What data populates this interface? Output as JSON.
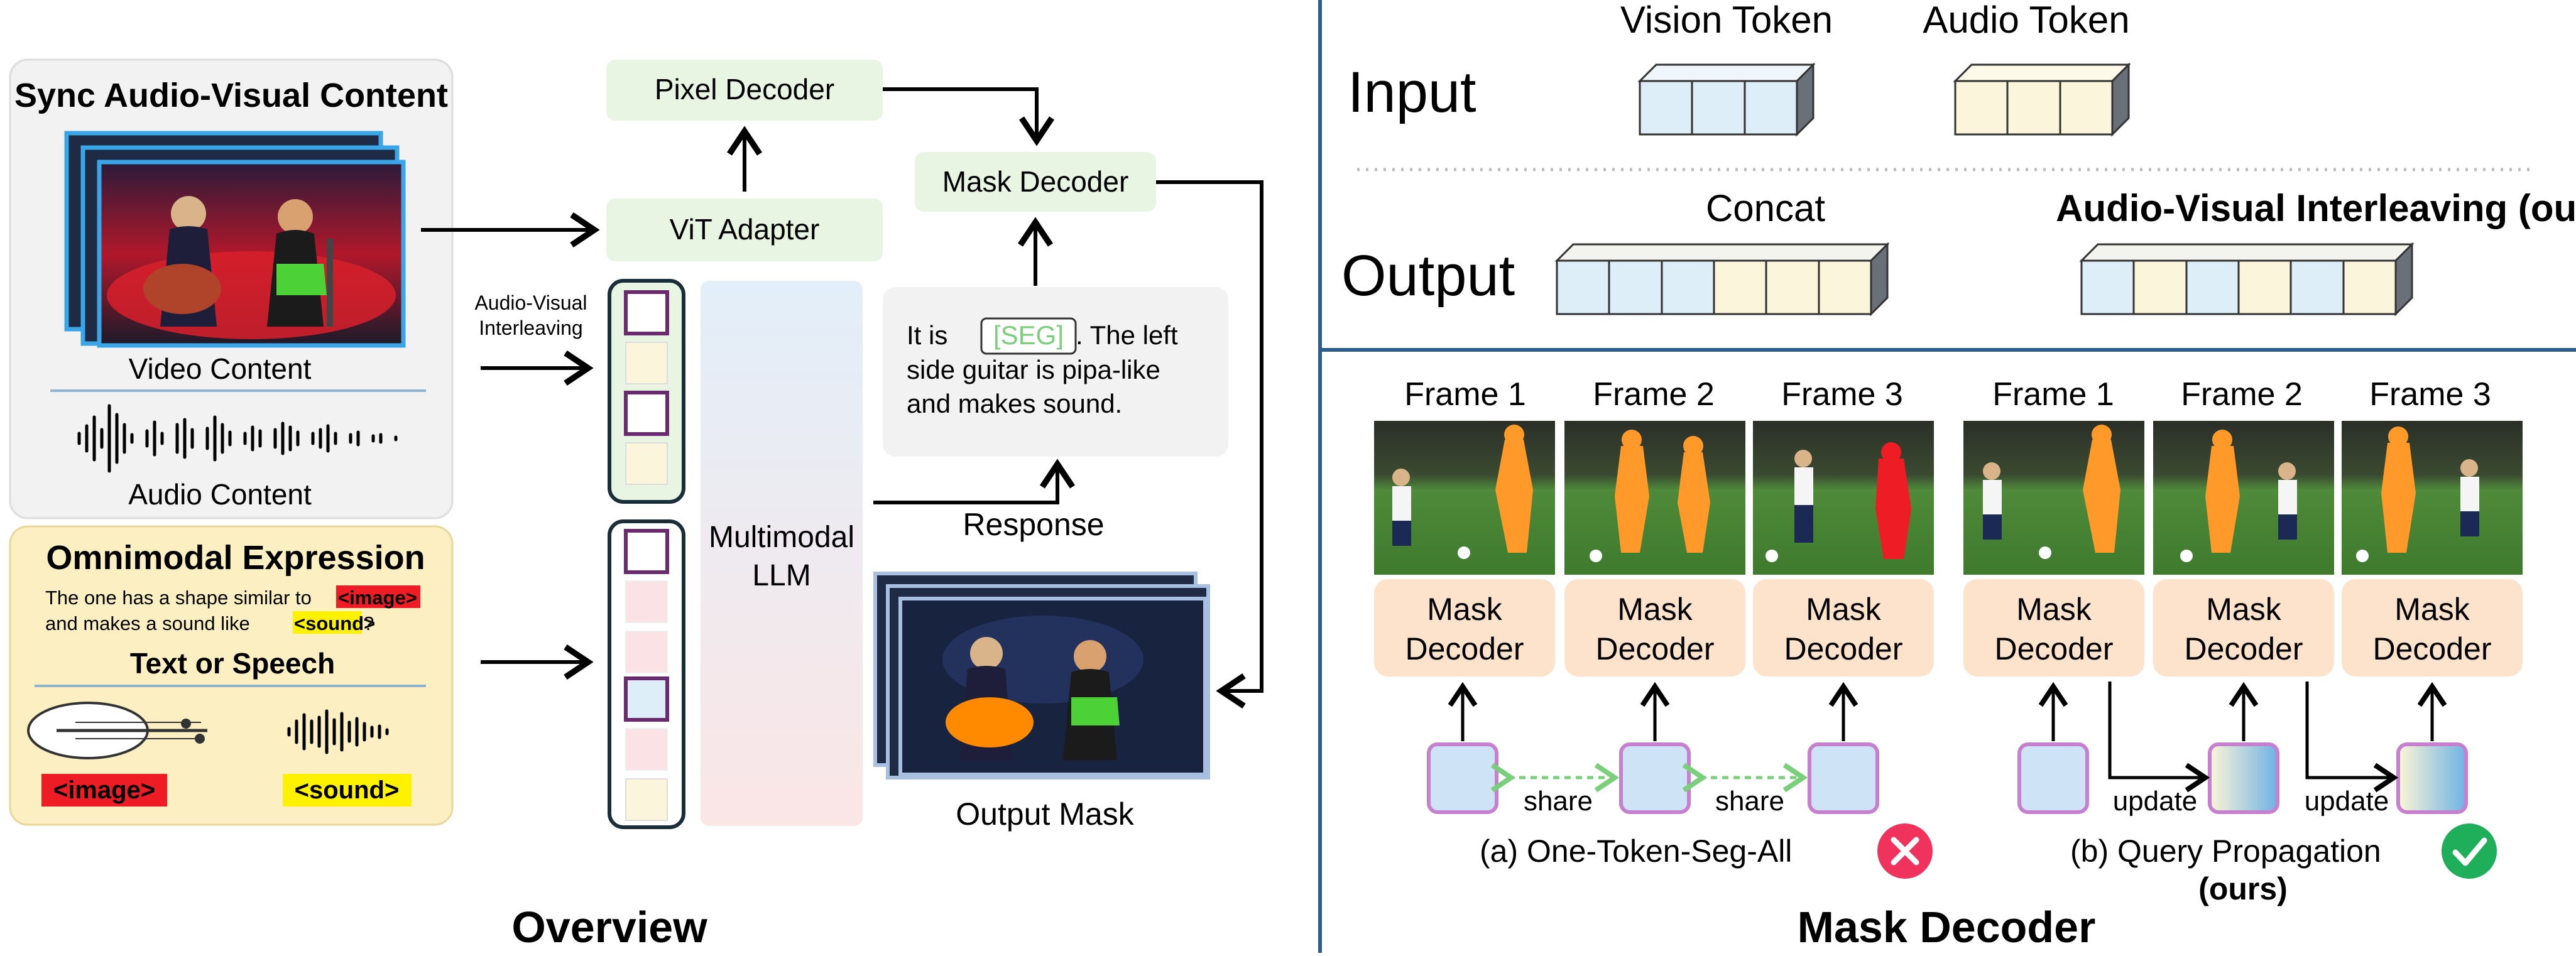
{
  "overview": {
    "title": "Overview",
    "sync_title": "Sync Audio-Visual Content",
    "video_label": "Video Content",
    "audio_label": "Audio Content",
    "omni_title": "Omnimodal Expression",
    "omni_text_line1_pre": "The one has a shape similar to ",
    "omni_text_image_tag": "<image>",
    "omni_text_line2_pre": "and makes a sound like ",
    "omni_text_sound_tag": "<sound>",
    "omni_text_line2_post": "?",
    "text_or_speech": "Text or Speech",
    "image_tag": "<image>",
    "sound_tag": "<sound>",
    "pixel_decoder": "Pixel Decoder",
    "vit_adapter": "ViT Adapter",
    "mask_decoder": "Mask Decoder",
    "av_interleaving_1": "Audio-Visual",
    "av_interleaving_2": "Interleaving",
    "multimodal": "Multimodal",
    "llm": "LLM",
    "response_label": "Response",
    "response_p1": "It is",
    "response_seg": "[SEG]",
    "response_p2": ". The left",
    "response_line2": "side guitar is pipa-like",
    "response_line3": "and makes sound.",
    "output_mask": "Output Mask"
  },
  "tokens": {
    "vision_token": "Vision Token",
    "audio_token": "Audio Token",
    "input": "Input",
    "output": "Output",
    "concat": "Concat",
    "interleaving": "Audio-Visual Interleaving (ours)"
  },
  "mask_decoder_panel": {
    "title": "Mask Decoder",
    "frames": [
      "Frame 1",
      "Frame 2",
      "Frame 3",
      "Frame 1",
      "Frame 2",
      "Frame 3"
    ],
    "decoder_line1": "Mask",
    "decoder_line2": "Decoder",
    "share": "share",
    "update": "update",
    "caption_a": "(a) One-Token-Seg-All",
    "caption_b": "(b) Query Propagation",
    "ours": "(ours)"
  },
  "colors": {
    "vision_token": "#ddeef9",
    "audio_token": "#fbf5dc",
    "green_box": "#e8f5e2",
    "decoder_box": "#fde3cc",
    "query_fill": "#cfe3f7",
    "query_border": "#c77fd0",
    "divider": "#2f5d8a",
    "image_tag": "#ee1c24",
    "sound_tag": "#fff200",
    "success": "#1fae5a",
    "fail": "#f0335c"
  },
  "icons": [
    "x-circle-icon",
    "check-circle-icon",
    "pipa-icon",
    "waveform-icon"
  ]
}
